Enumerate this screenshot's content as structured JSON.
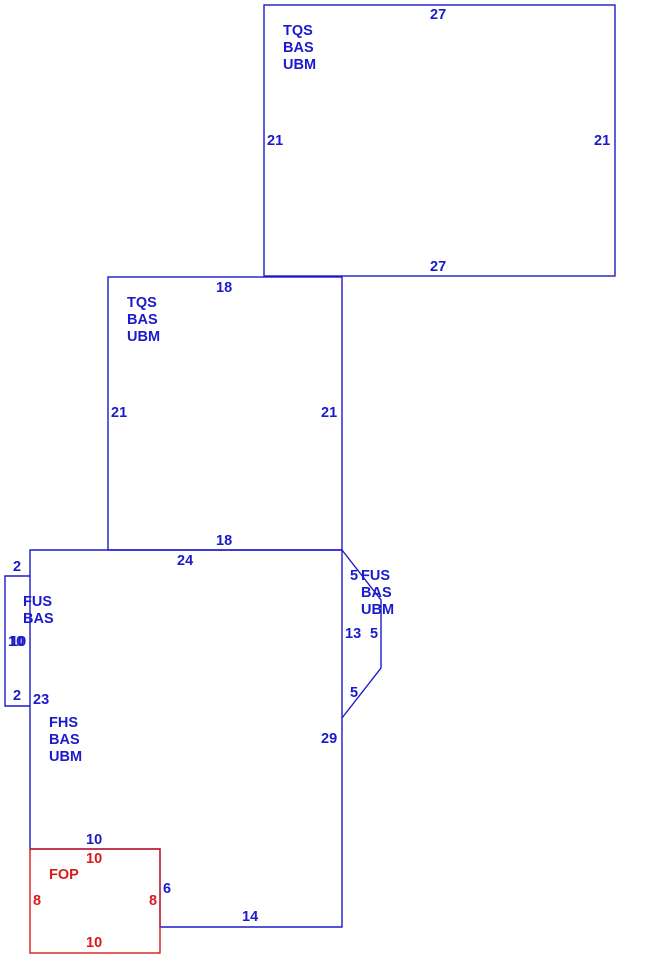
{
  "colors": {
    "blue": "#1b1bcc",
    "red": "#d81a1a"
  },
  "areas": {
    "upper_tqs": {
      "codes": [
        "TQS",
        "BAS",
        "UBM"
      ],
      "dims": {
        "top": "27",
        "bottom": "27",
        "left": "21",
        "right": "21"
      }
    },
    "middle_tqs": {
      "codes": [
        "TQS",
        "BAS",
        "UBM"
      ],
      "dims": {
        "top": "18",
        "bottom": "18",
        "left": "21",
        "right": "21"
      }
    },
    "main_fhs": {
      "codes": [
        "FHS",
        "BAS",
        "UBM"
      ],
      "dims": {
        "top": "24",
        "left": "23",
        "right": "29",
        "bottom": "14",
        "step_top": "10",
        "step_side": "6"
      }
    },
    "left_fus": {
      "codes": [
        "FUS",
        "BAS"
      ],
      "dims": {
        "top": "2",
        "bottom": "2",
        "left": "10",
        "right": "10"
      }
    },
    "right_fus": {
      "codes": [
        "FUS",
        "BAS",
        "UBM"
      ],
      "dims": {
        "upper_diag": "5",
        "inner": "13",
        "outer": "5",
        "lower_diag": "5"
      }
    },
    "fop": {
      "codes": [
        "FOP"
      ],
      "dims": {
        "top": "10",
        "bottom": "10",
        "left": "8",
        "right": "8"
      }
    }
  }
}
